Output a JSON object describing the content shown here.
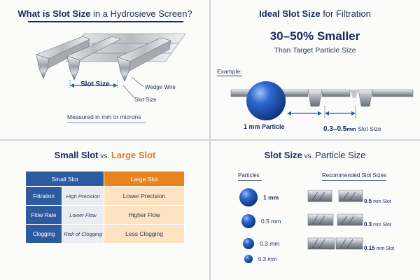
{
  "panel1": {
    "title_bold": "What is Slot Size",
    "title_rest": " in a Hydrosieve Screen?",
    "slot_size_label": "Slot Size",
    "wedge_wire_label": "Wedge Wire",
    "slot_size_callout": "Slot Size",
    "measured_note": "Measured in mm or microns"
  },
  "panel2": {
    "title_bold": "Ideal Slot Size",
    "title_rest": " for Filtration",
    "headline": "30–50% Smaller",
    "subline": "Than Target Particle Size",
    "example_label": "Example:",
    "particle_label": "1 mm Particle",
    "slot_range": "0.3–0.5",
    "slot_unit": "mm",
    "slot_word": " Slot Size"
  },
  "panel3": {
    "title_small": "Small Slot",
    "title_vs": " vs. ",
    "title_large": "Large Slot",
    "header_small": "Small Slot",
    "header_large": "Large Slot",
    "rows": [
      {
        "label": "Filtration",
        "small": "High Precision",
        "large": "Lower Precision"
      },
      {
        "label": "Flow Rate",
        "small": "Lower Flow",
        "large": "Higher Flow"
      },
      {
        "label": "Clogging",
        "small": "Risk of Clogging",
        "large": "Less Clogging"
      }
    ]
  },
  "panel4": {
    "title_bold": "Slot Size",
    "title_vs": " vs. ",
    "title_rest": "Particle Size",
    "particles_head": "Particles",
    "slots_head": "Recommended Slot Sizes",
    "particles": [
      {
        "size": "1 mm"
      },
      {
        "size": "0.5 mm"
      },
      {
        "size": "0.3 mm"
      },
      {
        "size": "0.3 mm"
      }
    ],
    "slots": [
      {
        "value": "0.5",
        "unit": " mm Slot"
      },
      {
        "value": "0.3",
        "unit": " mm Slot"
      },
      {
        "value": "0.15",
        "unit": " mm Slot"
      }
    ]
  },
  "colors": {
    "navy": "#1a2a5e",
    "blue": "#2e5aa0",
    "orange": "#e8841f",
    "sphere": "#1f55b0"
  }
}
